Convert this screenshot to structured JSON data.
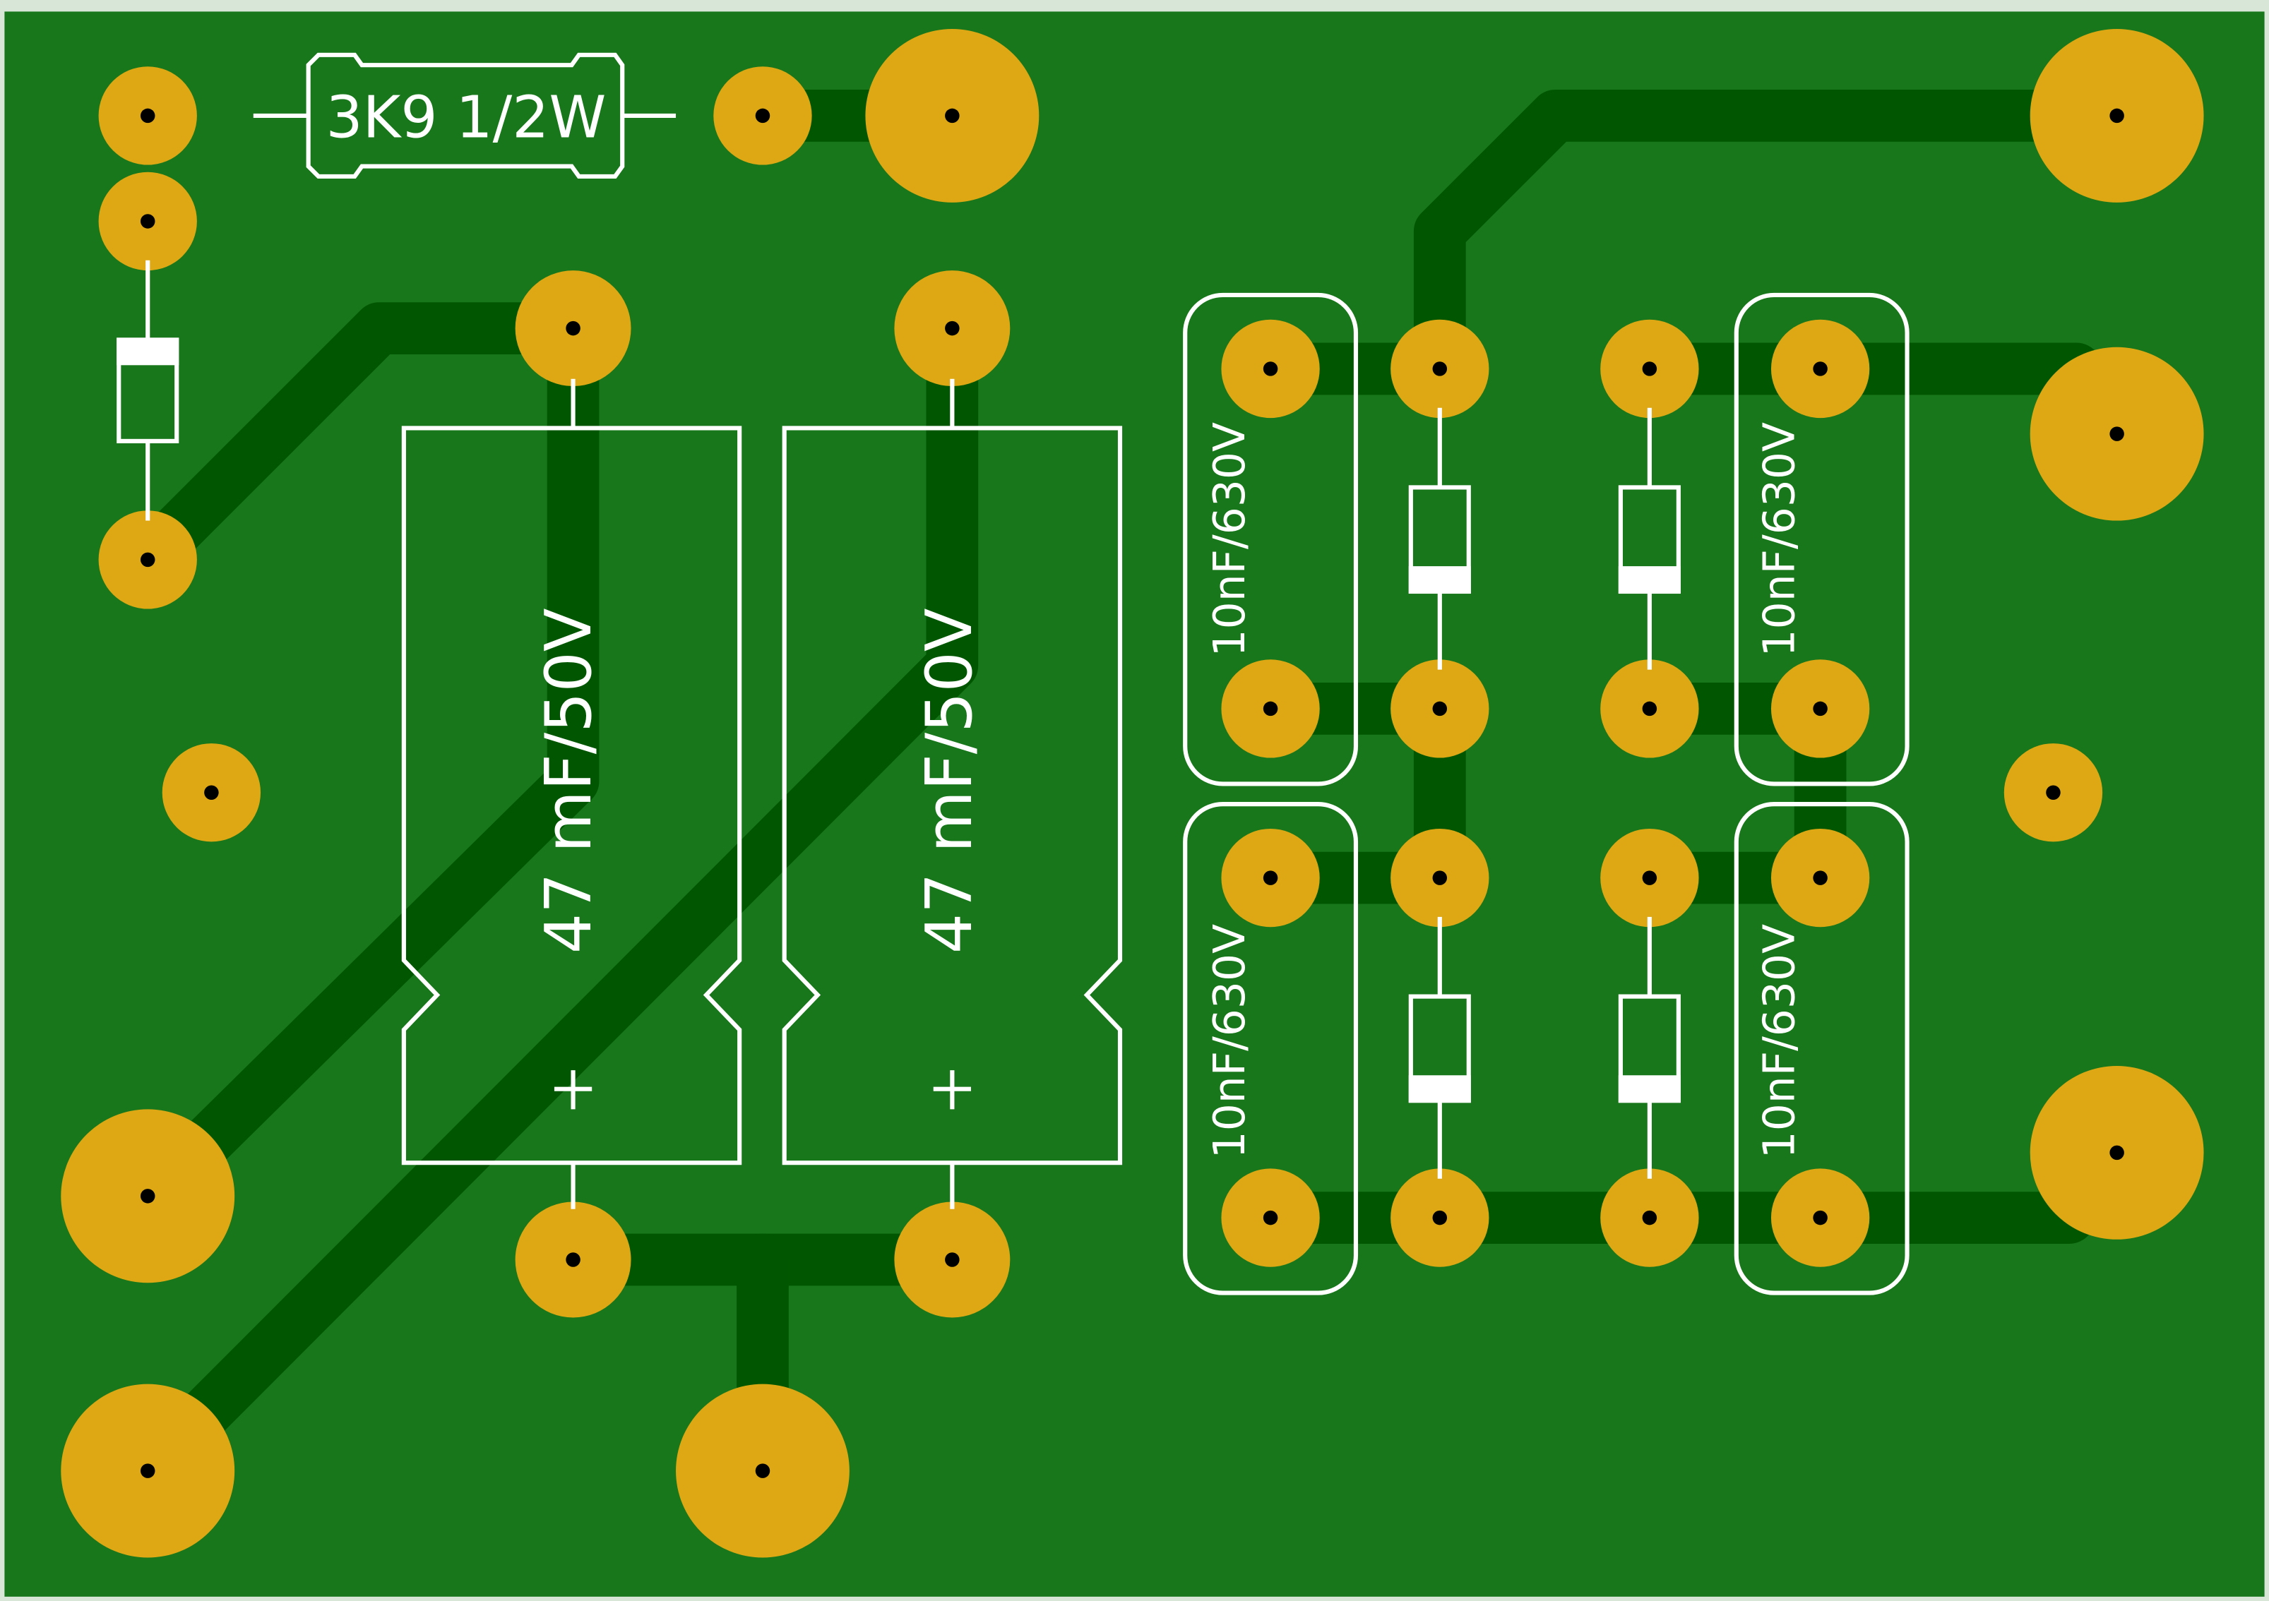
{
  "colors": {
    "board": "#18771b",
    "trace": "#015701",
    "pad": "#dda814",
    "hole": "#000000",
    "silk": "#ffffff",
    "edge": "#d8e6d8"
  },
  "labels": {
    "resistor": "3K9 1/2W",
    "cap_elec_1": "47 mF/50V",
    "cap_elec_2": "47 mF/50V",
    "cap_elec_1_polarity": "+",
    "cap_elec_2_polarity": "+",
    "cap_film_1": "10nF/630V",
    "cap_film_2": "10nF/630V",
    "cap_film_3": "10nF/630V",
    "cap_film_4": "10nF/630V"
  }
}
